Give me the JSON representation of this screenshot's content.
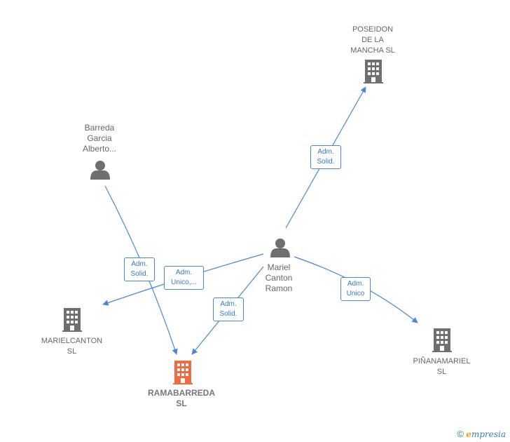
{
  "nodes": {
    "poseidon": {
      "label_lines": [
        "POSEIDON",
        "DE LA",
        "MANCHA  SL"
      ],
      "kind": "company"
    },
    "barreda": {
      "label_lines": [
        "Barreda",
        "Garcia",
        "Alberto..."
      ],
      "kind": "person"
    },
    "mariel": {
      "label_lines": [
        "Mariel",
        "Canton",
        "Ramon"
      ],
      "kind": "person"
    },
    "marielcanton": {
      "label_lines": [
        "MARIELCANTON",
        "SL"
      ],
      "kind": "company"
    },
    "pinanamariel": {
      "label_lines": [
        "PIÑANAMARIEL",
        "SL"
      ],
      "kind": "company"
    },
    "ramabarreda": {
      "label_lines": [
        "RAMABARREDA",
        "SL"
      ],
      "kind": "company-focus"
    }
  },
  "edges": {
    "mariel_poseidon": {
      "label_lines": [
        "Adm.",
        "Solid."
      ]
    },
    "barreda_ramabarreda": {
      "label_lines": [
        "Adm.",
        "Solid."
      ]
    },
    "mariel_marielcanton": {
      "label_lines": [
        "Adm.",
        "Unico,..."
      ]
    },
    "mariel_ramabarreda": {
      "label_lines": [
        "Adm.",
        "Solid."
      ]
    },
    "mariel_pinanamariel": {
      "label_lines": [
        "Adm.",
        "Unico"
      ]
    }
  },
  "colors": {
    "edge": "#4a86d4",
    "icon": "#6f6f6f",
    "focus_icon": "#f26a3d"
  },
  "footer": {
    "copyright_symbol": "©",
    "brand_initial": "e",
    "brand_rest": "mpresia"
  }
}
